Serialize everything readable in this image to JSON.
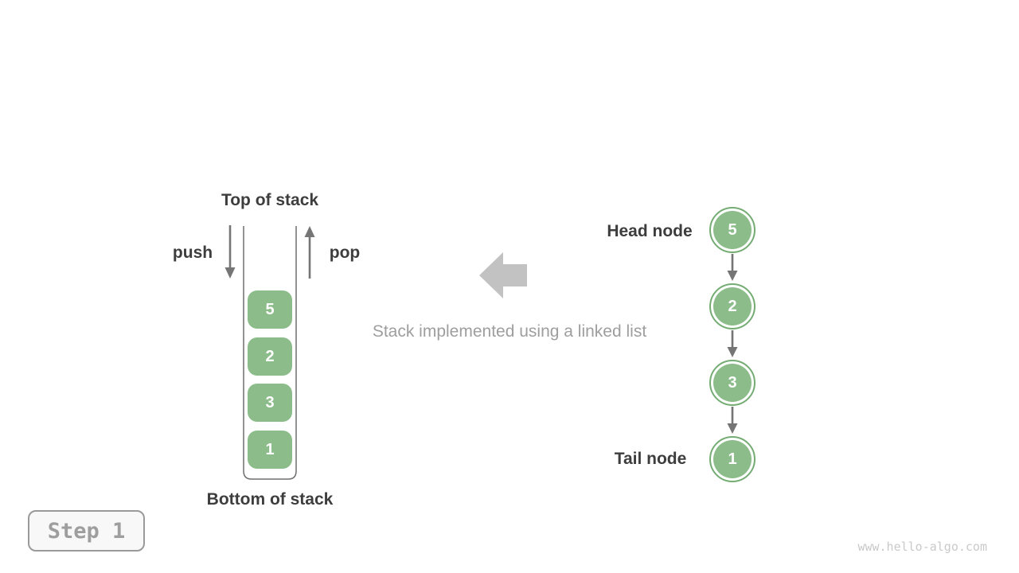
{
  "stack_panel": {
    "top_label": "Top of stack",
    "push_label": "push",
    "pop_label": "pop",
    "bottom_label": "Bottom of stack",
    "items": [
      "5",
      "2",
      "3",
      "1"
    ]
  },
  "center": {
    "caption": "Stack implemented using a linked list",
    "arrow_icon": "left-block-arrow"
  },
  "linked_list": {
    "head_label": "Head node",
    "tail_label": "Tail node",
    "nodes": [
      "5",
      "2",
      "3",
      "1"
    ]
  },
  "footer": {
    "step_label": "Step 1",
    "watermark": "www.hello-algo.com"
  },
  "colors": {
    "node_green": "#8BBC8A",
    "node_border_green": "#74AC73",
    "text_dark": "#3D3D3D",
    "text_gray": "#9E9E9E",
    "arrow_gray": "#757575",
    "outline_gray": "#6E6E6E",
    "block_arrow_gray": "#C2C2C2",
    "watermark_gray": "#C9C9C9",
    "badge_border": "#9A9A9A",
    "badge_bg": "#F8F8F8"
  }
}
